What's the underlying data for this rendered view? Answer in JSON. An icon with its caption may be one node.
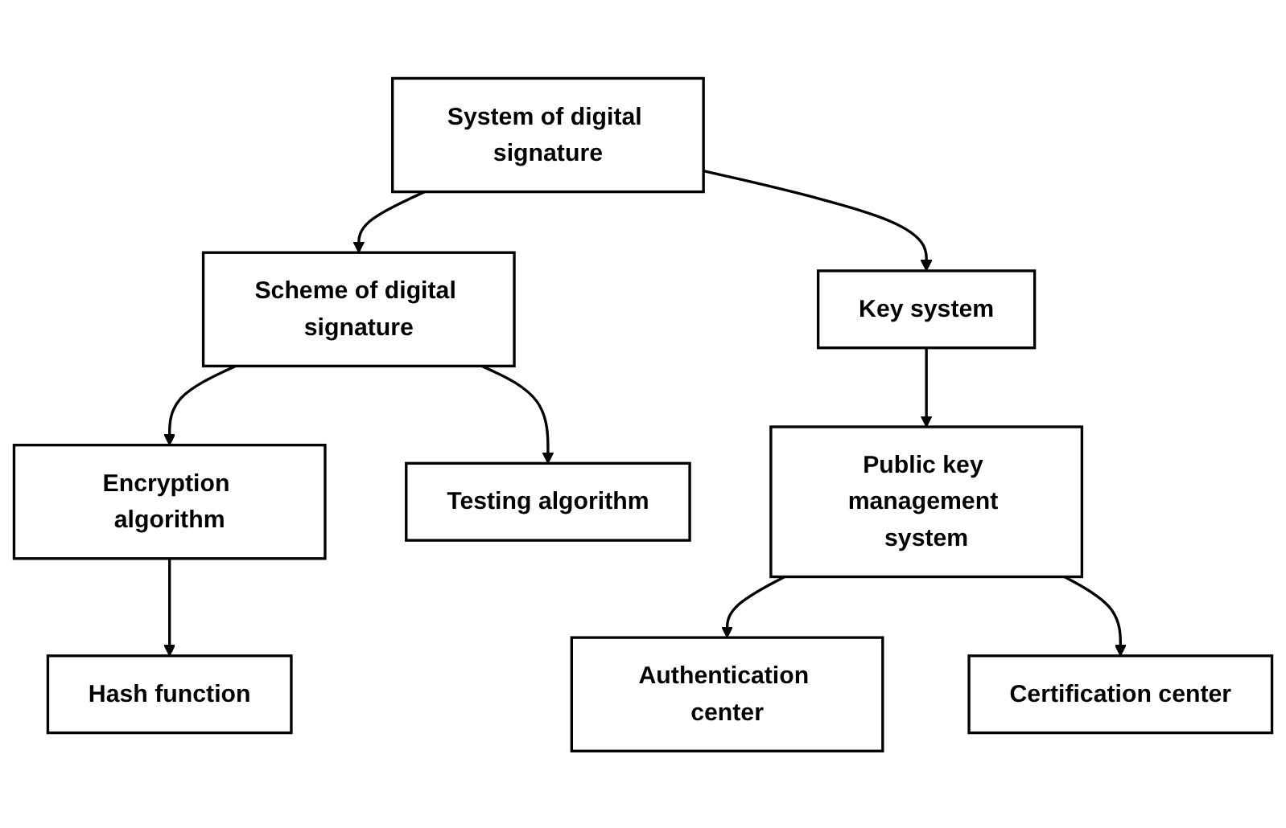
{
  "diagram": {
    "nodes": [
      {
        "text": [
          "System of digital signature"
        ]
      },
      {
        "text": [
          "Scheme of digital signature"
        ]
      },
      {
        "text": [
          "Key system"
        ]
      },
      {
        "text": [
          "Encryption algorithm"
        ]
      },
      {
        "text": [
          "Testing algorithm"
        ]
      },
      {
        "text": [
          "Hash function"
        ]
      },
      {
        "text": [
          "Public key management system"
        ]
      },
      {
        "text": [
          "Authentication center"
        ]
      },
      {
        "text": [
          "Certification center"
        ]
      }
    ],
    "edges": [
      {
        "from": 0,
        "to": 1,
        "arrow": "to"
      },
      {
        "from": 0,
        "to": 2,
        "arrow": "to"
      },
      {
        "from": 1,
        "to": 3,
        "arrow": "to"
      },
      {
        "from": 1,
        "to": 4,
        "arrow": "to"
      },
      {
        "from": 3,
        "to": 5,
        "arrow": "to"
      },
      {
        "from": 2,
        "to": 6,
        "arrow": "to"
      },
      {
        "from": 6,
        "to": 7,
        "arrow": "to"
      },
      {
        "from": 6,
        "to": 8,
        "arrow": "to"
      }
    ]
  }
}
